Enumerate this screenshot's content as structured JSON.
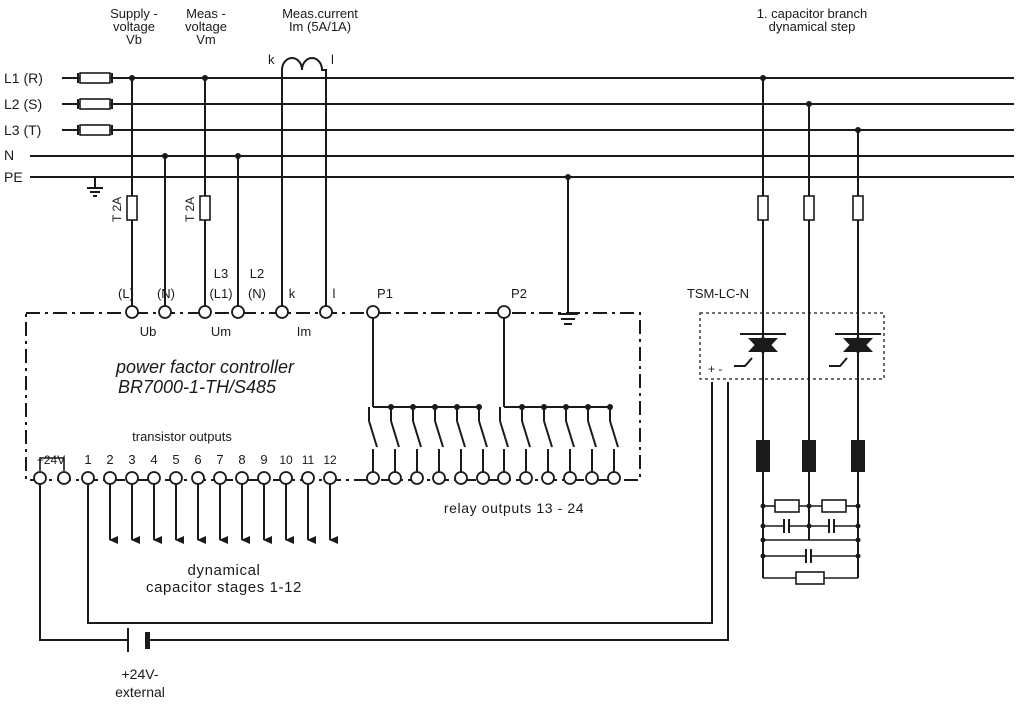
{
  "top_labels": {
    "supply": [
      "Supply -",
      "voltage",
      "Vb"
    ],
    "meas_voltage": [
      "Meas -",
      "voltage",
      "Vm"
    ],
    "meas_current": [
      "Meas.current",
      "Im (5A/1A)"
    ],
    "ct_k": "k",
    "ct_l": "l",
    "cap_branch": [
      "1. capacitor branch",
      "dynamical step"
    ]
  },
  "lines": [
    "L1 (R)",
    "L2 (S)",
    "L3 (T)",
    "N",
    "PE"
  ],
  "fuse_label": "T 2A",
  "terminal_labels": {
    "l_supply": "(L)",
    "n_supply": "(N)",
    "l3": "L3",
    "l1": "(L1)",
    "l2": "L2",
    "n_meas": "(N)",
    "k": "k",
    "l": "l",
    "p1": "P1",
    "p2": "P2"
  },
  "group_labels": {
    "ub": "Ub",
    "um": "Um",
    "im": "Im"
  },
  "controller": {
    "line1": "power factor controller",
    "line2": "BR7000-1-TH/S485"
  },
  "transistor_outputs": {
    "title": "transistor outputs",
    "supply": "+24V",
    "numbers": [
      "1",
      "2",
      "3",
      "4",
      "5",
      "6",
      "7",
      "8",
      "9",
      "10",
      "11",
      "12"
    ]
  },
  "relay_outputs": "relay outputs 13 - 24",
  "stages": [
    "dynamical",
    "capacitor stages 1-12"
  ],
  "tsm": {
    "name": "TSM-LC-N",
    "polarity": "+  -"
  },
  "external": [
    "+24V-",
    "external"
  ]
}
